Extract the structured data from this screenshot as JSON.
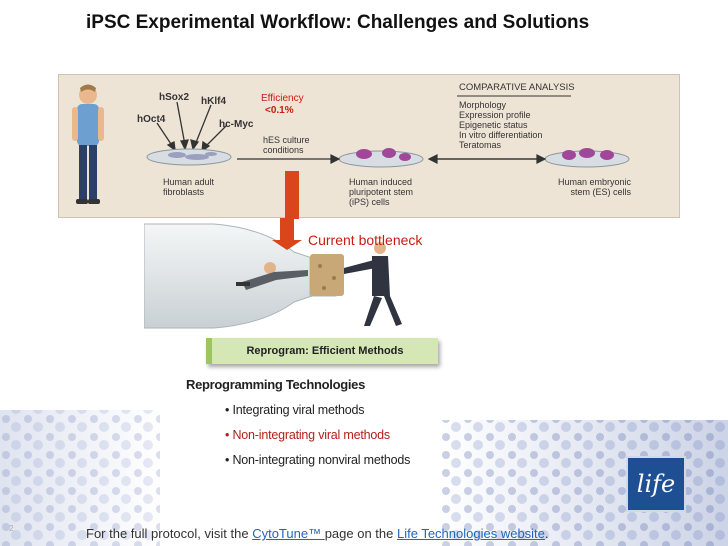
{
  "title": "iPSC Experimental Workflow: Challenges and Solutions",
  "diagram": {
    "factors": [
      "hSox2",
      "hKlf4",
      "hOct4",
      "hc-Myc"
    ],
    "efficiency_label": "Efficiency",
    "efficiency_value": "<0.1%",
    "conditions": "hES culture conditions",
    "source_cells": "Human adult fibroblasts",
    "ips_cells": "Human induced pluripotent stem (iPS) cells",
    "es_cells": "Human embryonic stem (ES) cells",
    "comparative": {
      "heading": "COMPARATIVE ANALYSIS",
      "items": [
        "Morphology",
        "Expression profile",
        "Epigenetic status",
        "In vitro differentiation",
        "Teratomas"
      ]
    }
  },
  "bottleneck": "Current bottleneck",
  "callout": "Reprogram: Efficient Methods",
  "section": {
    "heading": "Reprogramming Technologies",
    "bullets": [
      "Integrating viral methods",
      "Non-integrating viral methods",
      "Non-integrating nonviral methods"
    ]
  },
  "footer": {
    "prefix": "For the full protocol, visit the ",
    "link1": "CytoTune™ ",
    "middle": "page on the ",
    "link2": "Life Technologies website",
    "suffix": "."
  },
  "page_number": "2",
  "logo_text": "life",
  "colors": {
    "accent_red": "#c51d12",
    "callout_green": "#d4e7b4",
    "logo_blue": "#1f4f93",
    "link_blue": "#1f66c0"
  }
}
